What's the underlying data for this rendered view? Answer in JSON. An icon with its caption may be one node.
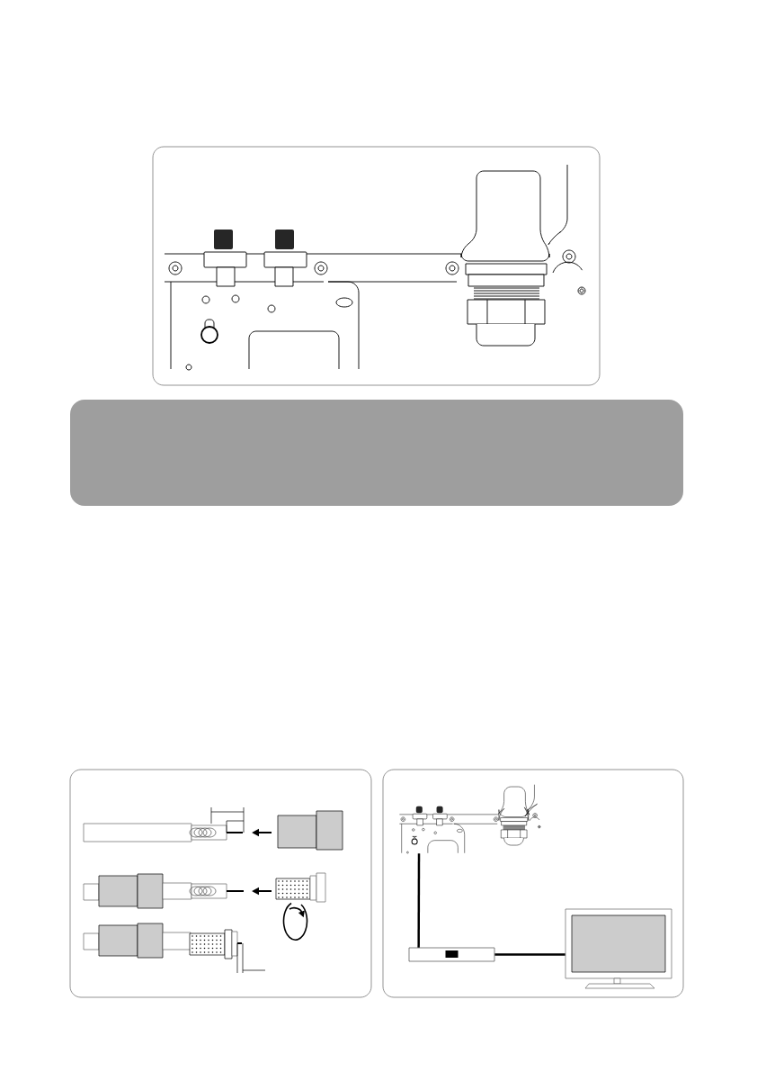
{
  "diagram": {
    "nodes": [
      {
        "text": [],
        "shape": "box"
      },
      {
        "text": [],
        "shape": "picture"
      },
      {
        "text": [],
        "shape": "box"
      },
      {
        "text": [],
        "shape": "picture"
      }
    ],
    "edges": [
      {
        "from": 1,
        "to": 2,
        "arrow": "none"
      },
      {
        "from": 2,
        "to": 3,
        "arrow": "none"
      }
    ]
  }
}
